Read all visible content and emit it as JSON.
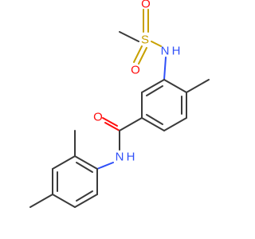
{
  "atoms": {
    "sulfur": "S",
    "oxygen_sulfonyl_top": "O",
    "oxygen_sulfonyl_left": "O",
    "nitrogen_sulfonamide": "N",
    "hydrogen_sulfonamide": "H",
    "oxygen_carbonyl": "O",
    "nitrogen_amide": "N",
    "hydrogen_amide": "H"
  },
  "colors": {
    "carbon_bond": "#3a3a3a",
    "oxygen": "#ff0d0d",
    "nitrogen": "#3050f8",
    "sulfur": "#c8a000",
    "background": "#ffffff"
  }
}
